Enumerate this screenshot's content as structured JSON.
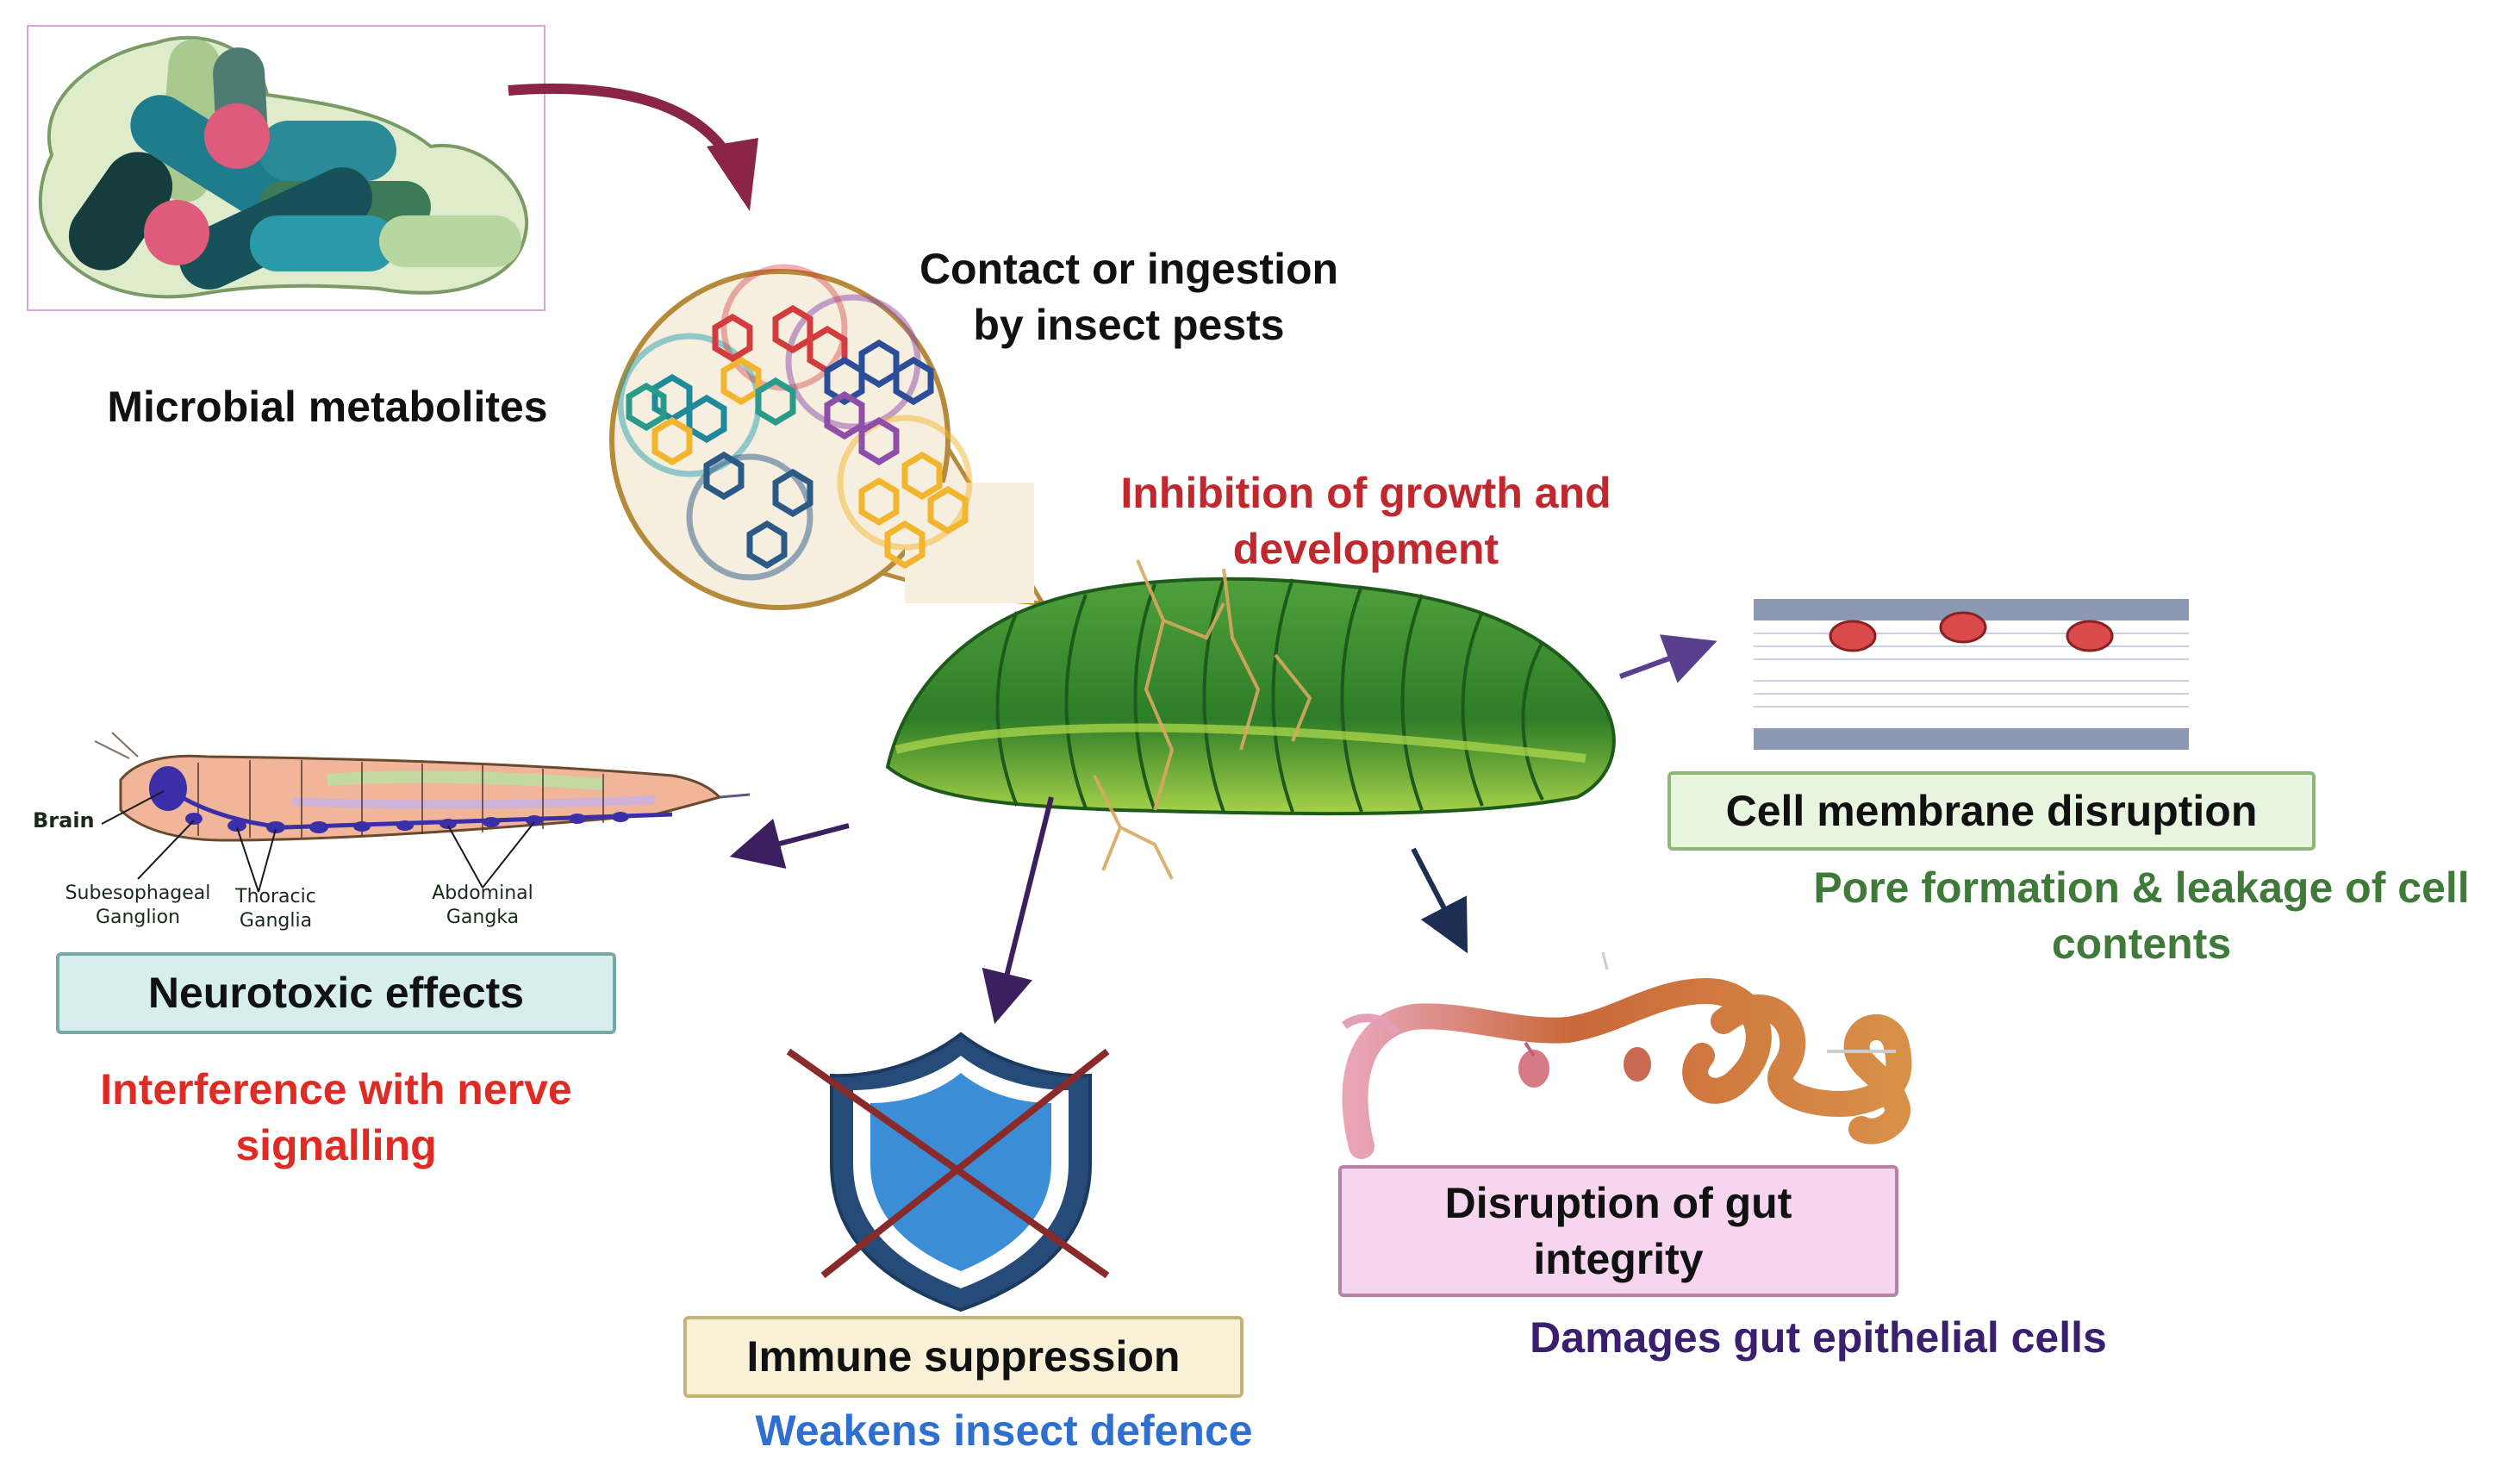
{
  "labels": {
    "source": "Microbial metabolites",
    "contact": "Contact or ingestion\nby insect pests",
    "growth": "Inhibition of growth and\ndevelopment",
    "membrane_title": "Cell membrane disruption",
    "membrane_desc": "Pore formation & leakage of cell\ncontents",
    "neuro_title": "Neurotoxic effects",
    "neuro_desc": "Interference with nerve\nsignalling",
    "immune_title": "Immune suppression",
    "immune_desc": "Weakens insect defence",
    "gut_title": "Disruption of gut\nintegrity",
    "gut_desc": "Damages gut epithelial cells"
  },
  "nervous_system_labels": {
    "brain": "Brain",
    "subesophageal": "Subesophageal\nGanglion",
    "thoracic": "Thoracic\nGanglia",
    "abdominal": "Abdominal\nGangka"
  },
  "colors": {
    "growth": "#c0282d",
    "membrane_desc": "#3f7a3a",
    "neuro_desc": "#e02a24",
    "immune_desc": "#2f6fd0",
    "gut_desc": "#3a1f6e",
    "membrane_box": "#e8f5df",
    "neuro_box": "#d6eeec",
    "immune_box": "#f8f1d8",
    "gut_box": "#f6d6ef"
  },
  "icons": [
    "bacteria-icon",
    "molecule-bubble-icon",
    "caterpillar-icon",
    "membrane-icon",
    "nervous-system-icon",
    "shield-crossed-icon",
    "gut-icon"
  ]
}
